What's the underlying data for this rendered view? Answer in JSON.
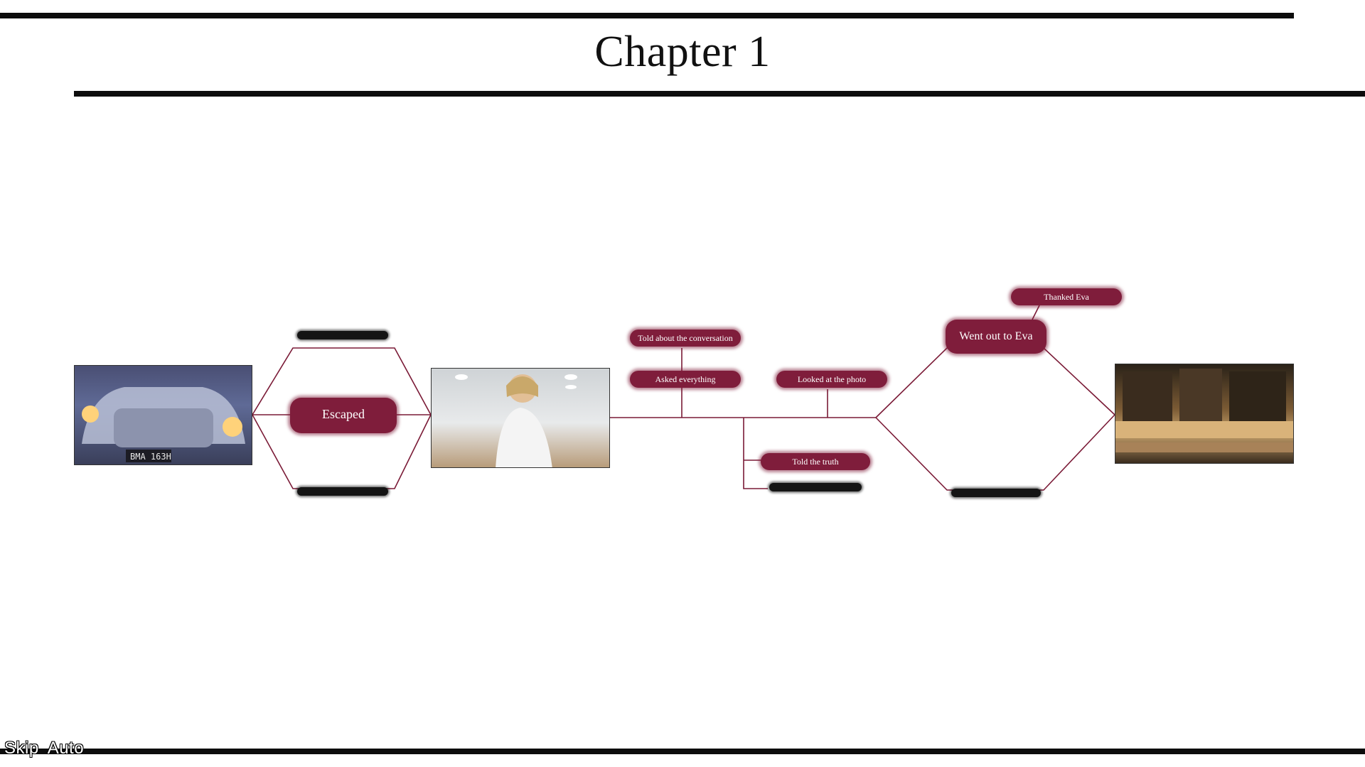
{
  "chapter": {
    "title": "Chapter 1"
  },
  "choices": {
    "escaped": "Escaped",
    "told_about_conversation": "Told about the conversation",
    "asked_everything": "Asked everything",
    "looked_at_photo": "Looked at the photo",
    "told_truth": "Told the truth",
    "went_out_to_eva": "Went out to Eva",
    "thanked_eva": "Thanked Eva"
  },
  "quick_menu": {
    "skip": "Skip",
    "auto": "Auto"
  },
  "colors": {
    "choice_badge": "#7f1d3b",
    "line": "#7a1a36",
    "hidden_choice": "#141414",
    "rule": "#0d0d0d"
  }
}
